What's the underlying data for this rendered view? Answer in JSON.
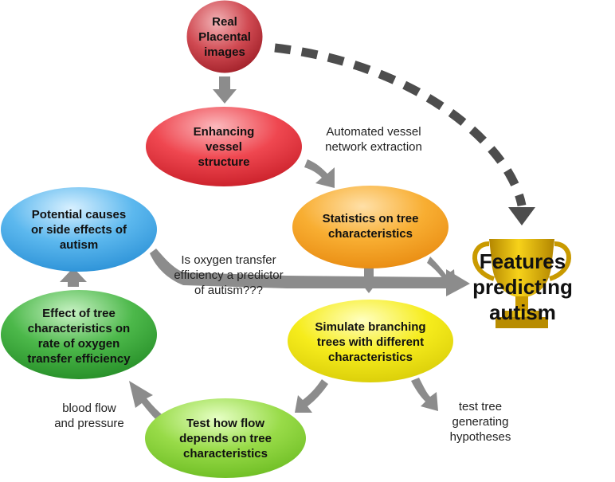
{
  "nodes": {
    "real_images": "Real\nPlacental\nimages",
    "enhancing": "Enhancing\nvessel\nstructure",
    "statistics": "Statistics on tree\ncharacteristics",
    "simulate": "Simulate branching\ntrees with different\ncharacteristics",
    "test_flow": "Test how flow\ndepends on tree\ncharacteristics",
    "effect": "Effect of tree\ncharacteristics on\nrate of oxygen\ntransfer efficiency",
    "potential": "Potential causes\nor side effects of\nautism"
  },
  "notes": {
    "automated": "Automated vessel\nnetwork extraction",
    "oxygen_question": "Is oxygen transfer\nefficiency a predictor\nof autism???",
    "blood_flow": "blood flow\nand pressure",
    "test_tree": "test tree\ngenerating\nhypotheses"
  },
  "goal": {
    "label": "Features\npredicting\nautism",
    "icon": "trophy-icon"
  },
  "colors": {
    "arrow": "#8c8c8c",
    "dashed_arrow": "#4d4d4d",
    "real_images": "#c0343c",
    "enhancing": "#e8323c",
    "statistics": "#f5a21e",
    "simulate": "#f2e80e",
    "test_flow": "#8cd33a",
    "effect": "#3aa83a",
    "potential": "#40a8e6",
    "trophy": "#d9a300"
  }
}
